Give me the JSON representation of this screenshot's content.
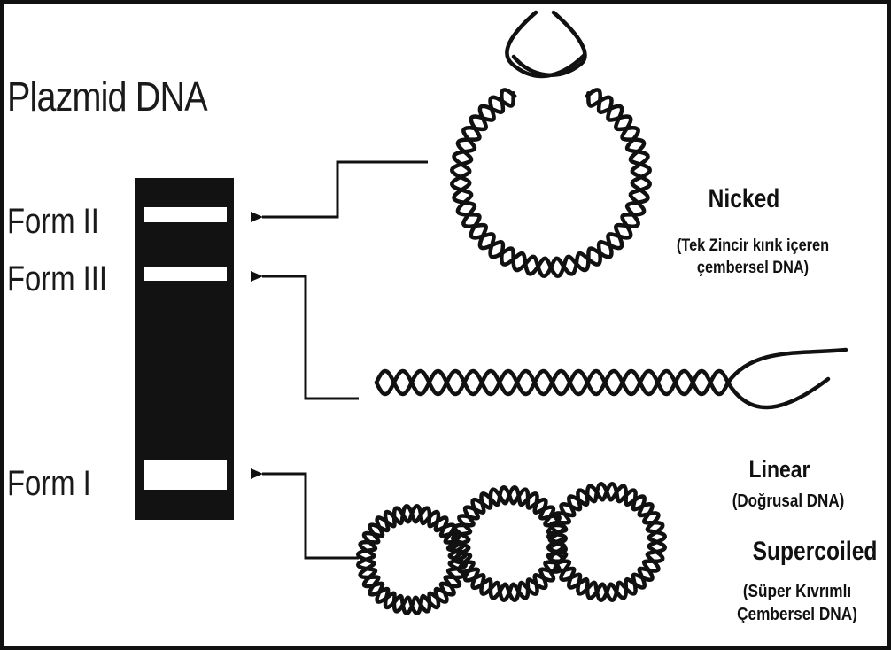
{
  "title": "Plazmid DNA",
  "forms": {
    "form_ii": "Form II",
    "form_iii": "Form III",
    "form_i": "Form I"
  },
  "nicked": {
    "label": "Nicked",
    "desc_line1": "(Tek Zincir kırık içeren",
    "desc_line2": "çembersel DNA)"
  },
  "linear": {
    "label": "Linear",
    "desc": "(Doğrusal DNA)"
  },
  "supercoiled": {
    "label": "Supercoiled",
    "desc_line1": "(Süper Kıvrımlı",
    "desc_line2": "Çembersel DNA)"
  },
  "colors": {
    "ink": "#111111",
    "gel": "#121212",
    "band": "#ffffff"
  }
}
